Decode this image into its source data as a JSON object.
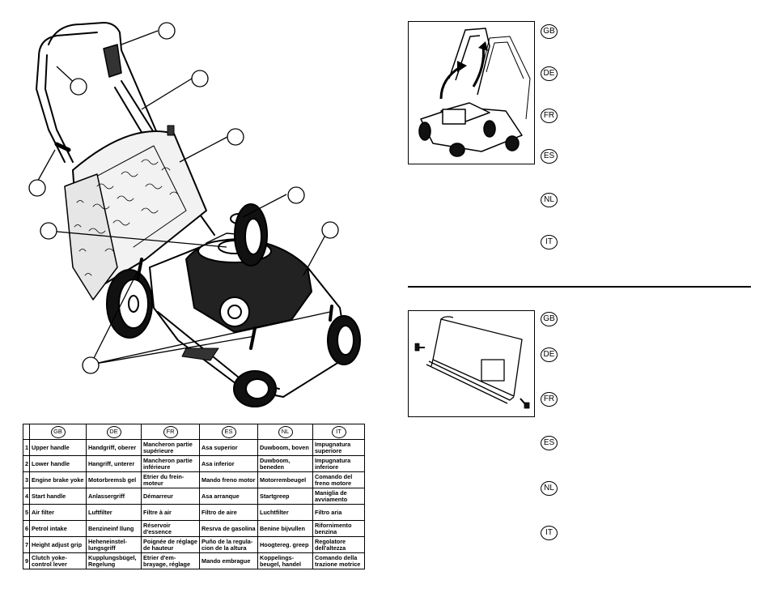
{
  "languages": [
    "GB",
    "DE",
    "FR",
    "ES",
    "NL",
    "IT"
  ],
  "table": {
    "rows": [
      {
        "num": "1",
        "cells": [
          "Upper handle",
          "Handgriff, oberer",
          "Mancheron partie supérieure",
          "Asa superior",
          "Duwboom, boven",
          "Impugnatura superiore"
        ]
      },
      {
        "num": "2",
        "cells": [
          "Lower handle",
          "Hangriff, unterer",
          "Mancheron partie inférieure",
          "Asa inferior",
          "Duwboom, beneden",
          "Impugnatura inferiore"
        ]
      },
      {
        "num": "3",
        "cells": [
          "Engine brake yoke",
          "Motorbremsb gel",
          "Etrier du frein-moteur",
          "Mando freno motor",
          "Motorrembeugel",
          "Comando del freno motore"
        ]
      },
      {
        "num": "4",
        "cells": [
          "Start handle",
          "Anlassergriff",
          "Démarreur",
          "Asa arranque",
          "Startgreep",
          "Maniglia de avviamento"
        ]
      },
      {
        "num": "5",
        "cells": [
          "Air filter",
          "Luftfilter",
          "Filtre à air",
          "Filtro de aire",
          "Luchtfilter",
          "Filtro aria"
        ]
      },
      {
        "num": "6",
        "cells": [
          "Petrol intake",
          "Benzineinf llung",
          "Réservoir d'essence",
          "Resrva de gasolina",
          "Benine bijvullen",
          "Rifornimento benzina"
        ]
      },
      {
        "num": "7",
        "cells": [
          "Height adjust grip",
          "Heheneinstel-lungsgriff",
          "Poignée de réglage de hauteur",
          "Puño de la regula-cion de la altura",
          "Hoogtereg. greep",
          "Regolatore dell'altezza"
        ]
      },
      {
        "num": "9",
        "cells": [
          "Clutch yoke-control lever",
          "Kupplungsbügel, Regelung",
          "Etrier d'em-brayage, réglage",
          "Mando embrague",
          "Koppelings-beugel, handel",
          "Comando della trazione motrice"
        ]
      }
    ]
  }
}
